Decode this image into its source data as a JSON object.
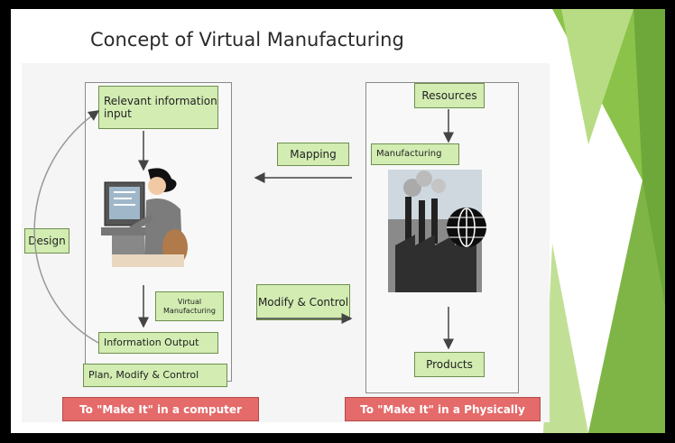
{
  "slide": {
    "title": "Concept of Virtual Manufacturing",
    "colors": {
      "accent_green": "#8bc34a",
      "box_green": "#d2ecb2",
      "box_red": "#e56a6a"
    }
  },
  "left": {
    "input": "Relevant information input",
    "virtual": "Virtual Manufacturing",
    "output": "Information Output",
    "plan": "Plan, Modify & Control",
    "design": "Design",
    "footer": "To \"Make It\" in a computer"
  },
  "middle": {
    "mapping": "Mapping",
    "modify": "Modify & Control"
  },
  "right": {
    "resources": "Resources",
    "manufacturing": "Manufacturing",
    "products": "Products",
    "footer": "To \"Make It\" in a Physically"
  },
  "icons": [
    "person-at-computer-icon",
    "factory-icon",
    "globe-icon"
  ]
}
